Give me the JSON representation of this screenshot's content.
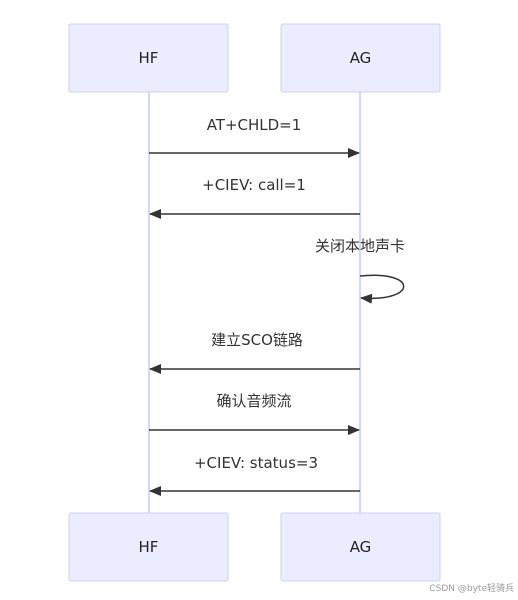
{
  "participants": [
    {
      "id": "hf",
      "label": "HF"
    },
    {
      "id": "ag",
      "label": "AG"
    }
  ],
  "messages": [
    {
      "label": "AT+CHLD=1",
      "from": "hf",
      "to": "ag"
    },
    {
      "label": "+CIEV: call=1",
      "from": "ag",
      "to": "hf"
    },
    {
      "label": "关闭本地声卡",
      "from": "ag",
      "to": "ag"
    },
    {
      "label": "建立SCO链路",
      "from": "ag",
      "to": "hf"
    },
    {
      "label": "确认音频流",
      "from": "hf",
      "to": "ag"
    },
    {
      "label": "+CIEV: status=3",
      "from": "ag",
      "to": "hf"
    }
  ],
  "watermark": "CSDN @byte轻骑兵",
  "colors": {
    "actor_fill": "#ececff",
    "actor_stroke": "#cfcff6",
    "lifeline": "#d6d6f5",
    "message": "#333333"
  }
}
